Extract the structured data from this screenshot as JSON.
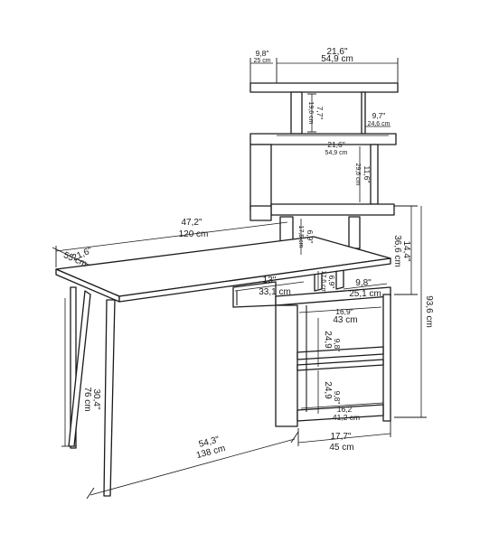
{
  "dimensions": {
    "top_shelf_width_in": "21,6\"",
    "top_shelf_width_cm": "54,9 cm",
    "top_shelf_depth_in": "9,8\"",
    "top_shelf_depth_cm": "25 cm",
    "upper_gap_h_in": "7,7\"",
    "upper_gap_h_cm": "19,6 cm",
    "upper_gap_w_in": "9,7\"",
    "upper_gap_w_cm": "24,6 cm",
    "mid_shelf_width_in": "21,6\"",
    "mid_shelf_width_cm": "54,9 cm",
    "mid_gap_h_in": "11,6\"",
    "mid_gap_h_cm": "29,6 cm",
    "lower_gap_h_in": "6,9\"",
    "lower_gap_h_cm": "17,5 cm",
    "desk_width_in": "47,2\"",
    "desk_width_cm": "120 cm",
    "desk_depth_in": "21,6\"",
    "desk_depth_cm": "55 cm",
    "tower_height_in": "14,4\"",
    "tower_height_cm": "36,6 cm",
    "total_height_in": "93,6 cm",
    "under_gap_w_in": "13\"",
    "under_gap_w_cm": "33,1 cm",
    "under_gap_h_in": "6,9\"",
    "under_gap_h_cm": "17,6 cm",
    "under_right_w_in": "9,8\"",
    "under_right_w_cm": "25,1 cm",
    "cab_inner_w_in": "16,9\"",
    "cab_inner_w_cm": "43 cm",
    "cab_shelf1_h_in": "24,9",
    "cab_shelf1_h_cm": "9,8\"",
    "cab_shelf2_h_in": "24,9",
    "cab_shelf2_h_cm": "9,8\"",
    "cab_bottom_w_in": "16,2",
    "cab_bottom_w_cm": "41,2 cm",
    "cab_width_in": "17,7\"",
    "cab_width_cm": "45 cm",
    "leg_height_in": "30,4\"",
    "leg_height_cm": "76 cm",
    "total_width_in": "54,3\"",
    "total_width_cm": "138 cm"
  }
}
